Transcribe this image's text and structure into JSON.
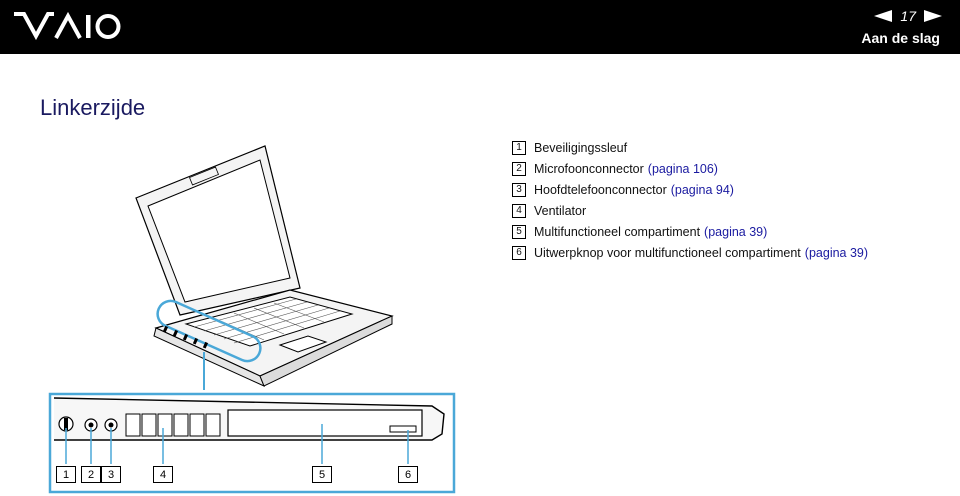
{
  "header": {
    "page_number": "17",
    "section": "Aan de slag"
  },
  "title": "Linkerzijde",
  "legend": [
    {
      "num": "1",
      "text": "Beveiligingssleuf",
      "ref": ""
    },
    {
      "num": "2",
      "text": "Microfoonconnector",
      "ref": "(pagina 106)"
    },
    {
      "num": "3",
      "text": "Hoofdtelefoonconnector",
      "ref": "(pagina 94)"
    },
    {
      "num": "4",
      "text": "Ventilator",
      "ref": ""
    },
    {
      "num": "5",
      "text": "Multifunctioneel compartiment",
      "ref": "(pagina 39)"
    },
    {
      "num": "6",
      "text": "Uitwerpknop voor multifunctioneel compartiment",
      "ref": "(pagina 39)"
    }
  ],
  "callouts": [
    "1",
    "2",
    "3",
    "4",
    "5",
    "6"
  ],
  "colors": {
    "header_bg": "#000000",
    "link": "#1a1aa0",
    "highlight": "#4aa8d8"
  }
}
